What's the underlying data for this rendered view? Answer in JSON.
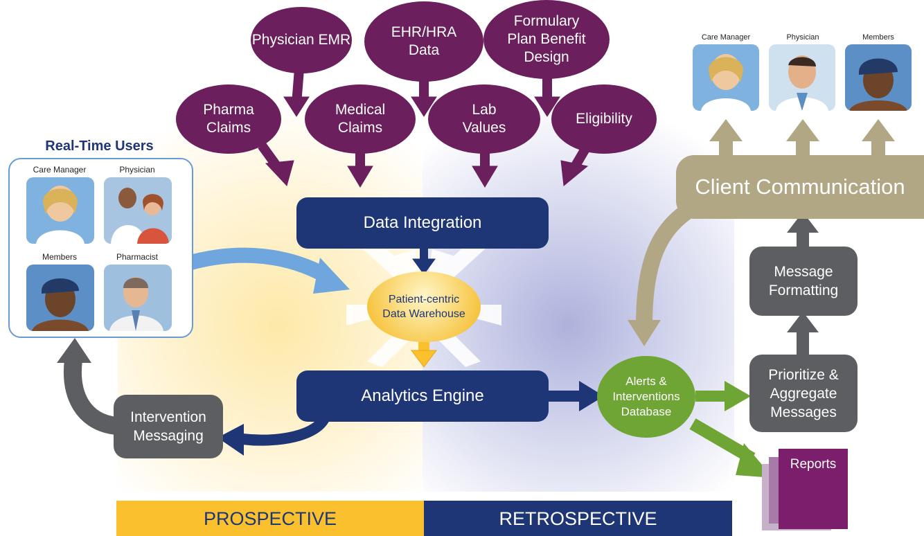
{
  "sources": [
    {
      "key": "emr",
      "label": "Physician EMR"
    },
    {
      "key": "ehr",
      "label": "EHR/HRA\nData"
    },
    {
      "key": "formulary",
      "label": "Formulary\nPlan Benefit\nDesign"
    },
    {
      "key": "pharma",
      "label": "Pharma\nClaims"
    },
    {
      "key": "medical",
      "label": "Medical\nClaims"
    },
    {
      "key": "lab",
      "label": "Lab\nValues"
    },
    {
      "key": "eligibility",
      "label": "Eligibility"
    }
  ],
  "nodes": {
    "data_integration": "Data Integration",
    "warehouse": "Patient-centric\nData Warehouse",
    "analytics": "Analytics Engine",
    "intervention": "Intervention\nMessaging",
    "alerts": "Alerts &\nInterventions\nDatabase",
    "prioritize": "Prioritize &\nAggregate\nMessages",
    "formatting": "Message\nFormatting",
    "client": "Client Communication",
    "reports": "Reports"
  },
  "real_time_users": {
    "title": "Real-Time Users",
    "roles": [
      "Care Manager",
      "Physician",
      "Members",
      "Pharmacist"
    ]
  },
  "recipients": [
    "Care Manager",
    "Physician",
    "Members"
  ],
  "bands": {
    "prospective": "PROSPECTIVE",
    "retrospective": "RETROSPECTIVE"
  },
  "colors": {
    "purple": "#6b1f5c",
    "navy": "#1e3676",
    "gray": "#5d5e61",
    "tan": "#b1a784",
    "green": "#6fa534",
    "yellow": "#fbc02d",
    "light_blue": "#6fa6dd",
    "reports": "#7b1f6c"
  }
}
